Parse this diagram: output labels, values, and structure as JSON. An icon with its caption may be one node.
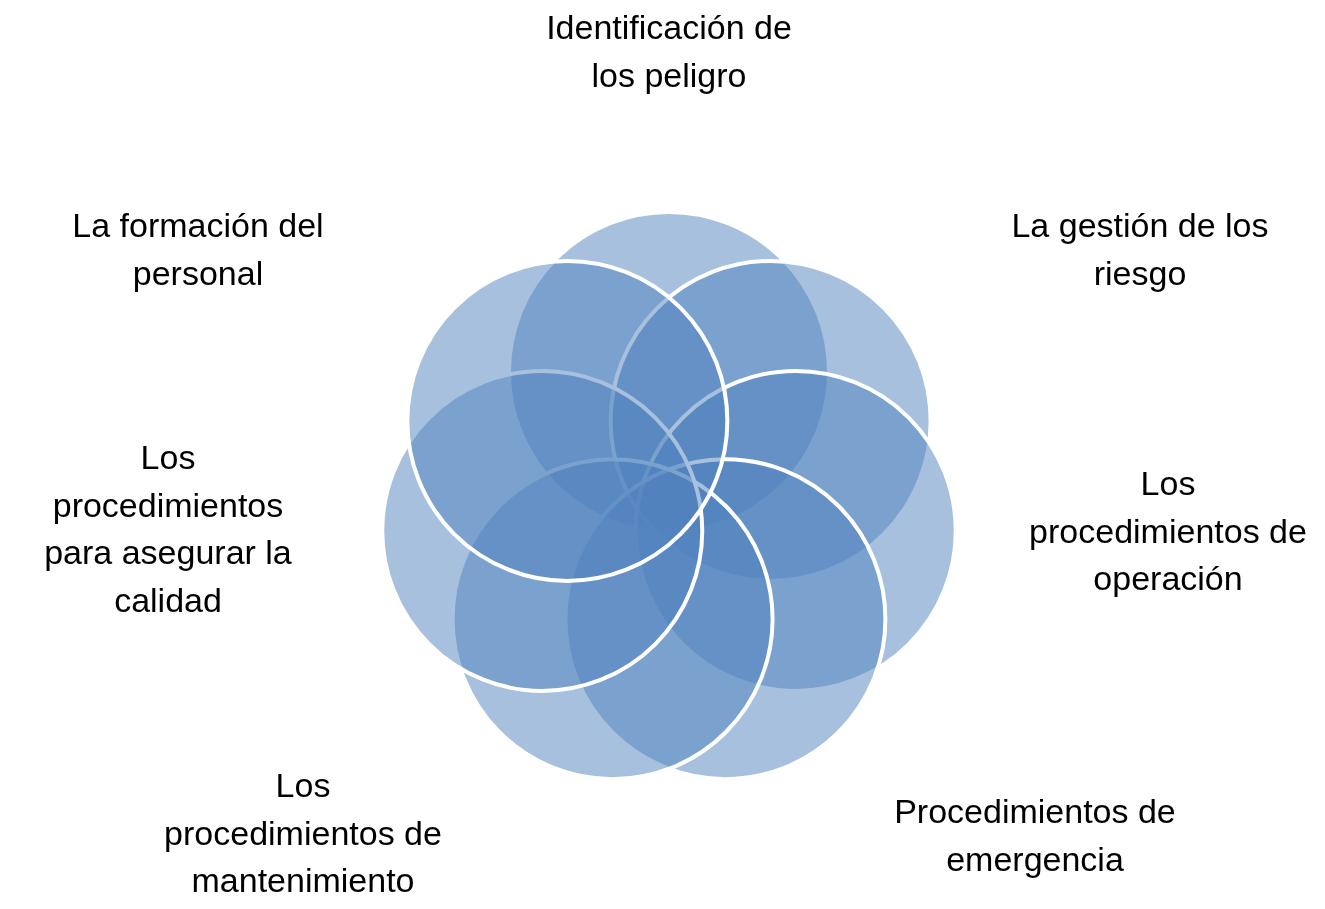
{
  "diagram": {
    "nodes": [
      {
        "text": [
          "Identificación de los peligro"
        ]
      },
      {
        "text": [
          "La gestión de los riesgo"
        ]
      },
      {
        "text": [
          "Los procedimientos de operación"
        ]
      },
      {
        "text": [
          "Procedimientos de emergencia"
        ]
      },
      {
        "text": [
          "Los procedimientos de mantenimiento"
        ]
      },
      {
        "text": [
          "Los procedimientos para asegurar la calidad"
        ]
      },
      {
        "text": [
          "La formación del personal"
        ]
      }
    ]
  }
}
